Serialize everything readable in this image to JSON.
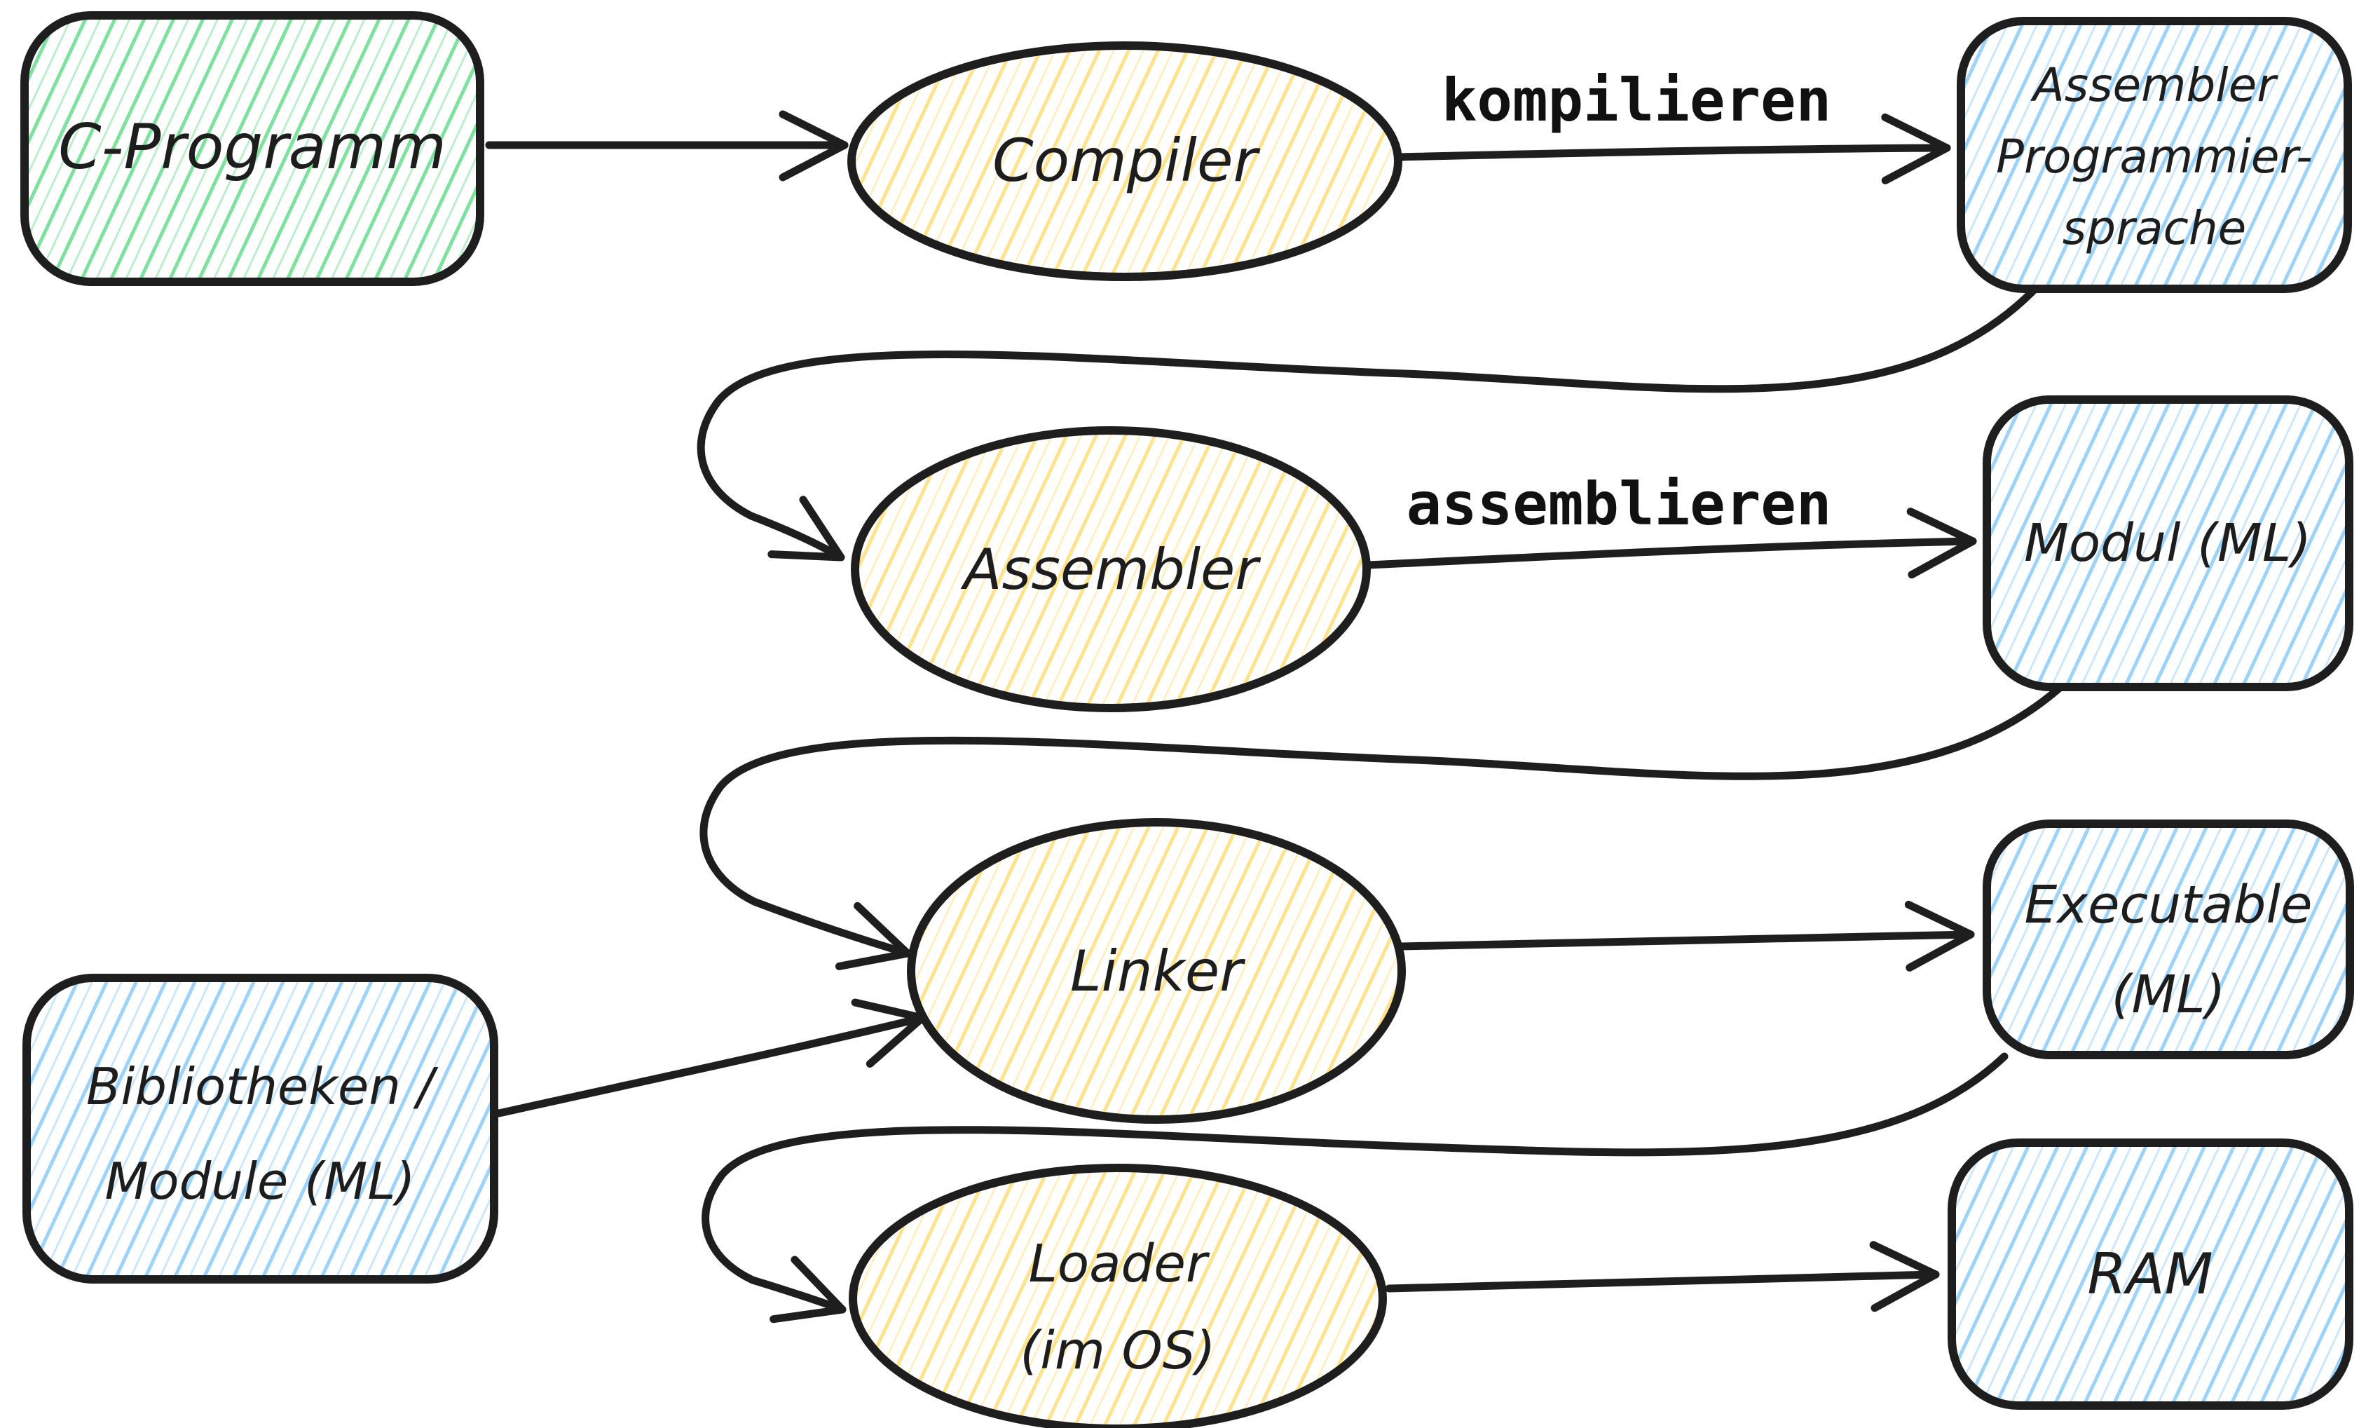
{
  "diagram": {
    "description": "Hand-drawn flow diagram of the C compilation pipeline (German labels)",
    "colors": {
      "stroke": "#1e1e1e",
      "text": "#1d1d1d",
      "green_hatch": "#7de29e",
      "yellow_hatch": "#ffe38c",
      "blue_hatch": "#9cd3fb",
      "background": "#ffffff"
    },
    "nodes": {
      "c_programm": {
        "label": "C-Programm",
        "shape": "rectangle",
        "color": "green"
      },
      "compiler": {
        "label": "Compiler",
        "shape": "ellipse",
        "color": "yellow"
      },
      "asm_sprache": {
        "line1": "Assembler",
        "line2": "Programmier-",
        "line3": "sprache",
        "shape": "rectangle",
        "color": "blue"
      },
      "assembler": {
        "label": "Assembler",
        "shape": "ellipse",
        "color": "yellow"
      },
      "modul": {
        "label": "Modul (ML)",
        "shape": "rectangle",
        "color": "blue"
      },
      "linker": {
        "label": "Linker",
        "shape": "ellipse",
        "color": "yellow"
      },
      "executable": {
        "line1": "Executable",
        "line2": "(ML)",
        "shape": "rectangle",
        "color": "blue"
      },
      "bibliotheken": {
        "line1": "Bibliotheken /",
        "line2": "Module (ML)",
        "shape": "rectangle",
        "color": "blue"
      },
      "loader": {
        "line1": "Loader",
        "line2": "(im OS)",
        "shape": "ellipse",
        "color": "yellow"
      },
      "ram": {
        "label": "RAM",
        "shape": "rectangle",
        "color": "blue"
      }
    },
    "edges": {
      "c_to_compiler": {
        "label": "",
        "from": "C-Programm",
        "to": "Compiler"
      },
      "compile": {
        "label": "kompilieren",
        "from": "Compiler",
        "to": "Assembler Programmiersprache"
      },
      "sprache_to_assembler": {
        "label": "",
        "from": "Assembler Programmiersprache",
        "to": "Assembler"
      },
      "assemble": {
        "label": "assemblieren",
        "from": "Assembler",
        "to": "Modul (ML)"
      },
      "modul_to_linker": {
        "label": "",
        "from": "Modul (ML)",
        "to": "Linker"
      },
      "bib_to_linker": {
        "label": "",
        "from": "Bibliotheken / Module (ML)",
        "to": "Linker"
      },
      "linker_to_executable": {
        "label": "",
        "from": "Linker",
        "to": "Executable (ML)"
      },
      "executable_to_loader": {
        "label": "",
        "from": "Executable (ML)",
        "to": "Loader (im OS)"
      },
      "loader_to_ram": {
        "label": "",
        "from": "Loader (im OS)",
        "to": "RAM"
      }
    }
  }
}
